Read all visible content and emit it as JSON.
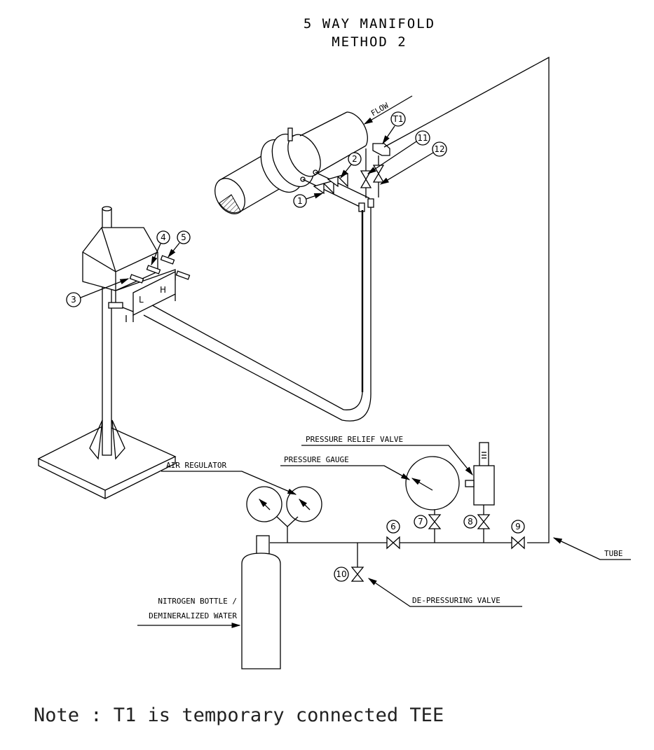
{
  "title": {
    "line1": "5 WAY MANIFOLD",
    "line2": "METHOD 2"
  },
  "labels": {
    "flow": "FLOW",
    "pressure_relief_valve": "PRESSURE RELIEF VALVE",
    "pressure_gauge": "PRESSURE GAUGE",
    "air_regulator": "AIR REGULATOR",
    "tube": "TUBE",
    "de_pressuring_valve": "DE-PRESSURING VALVE",
    "nitrogen_line1": "NITROGEN BOTTLE /",
    "nitrogen_line2": "DEMINERALIZED WATER",
    "low": "L",
    "high": "H"
  },
  "callouts": {
    "t1": "T1",
    "n1": "1",
    "n2": "2",
    "n3": "3",
    "n4": "4",
    "n5": "5",
    "n6": "6",
    "n7": "7",
    "n8": "8",
    "n9": "9",
    "n10": "10",
    "n11": "11",
    "n12": "12"
  },
  "note": "Note : T1 is temporary connected TEE"
}
